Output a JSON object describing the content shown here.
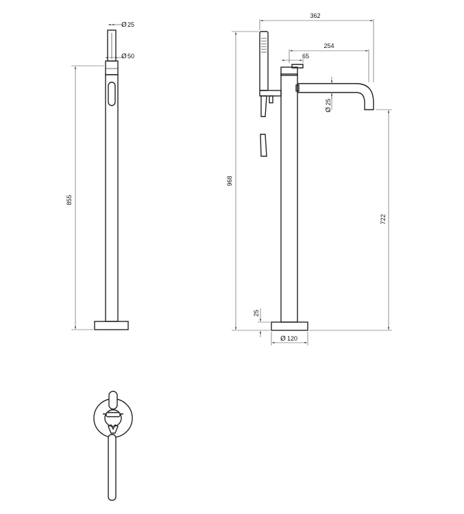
{
  "front_view": {
    "dia_handshower": "25",
    "dia_body": "50",
    "height": "855"
  },
  "side_view": {
    "total_width": "362",
    "spout_reach": "254",
    "lever_offset": "65",
    "spout_dia": "25",
    "total_height": "968",
    "outlet_height": "722",
    "base_height": "25",
    "base_dia": "120"
  },
  "symbols": {
    "diameter": "Ø"
  }
}
